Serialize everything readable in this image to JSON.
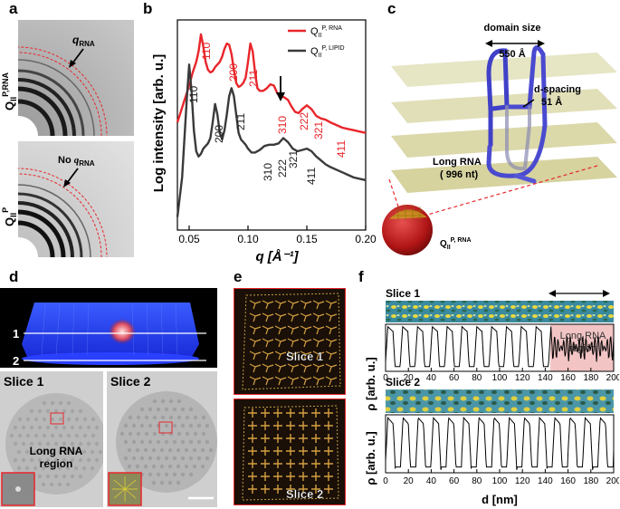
{
  "panels": {
    "a": "a",
    "b": "b",
    "c": "c",
    "d": "d",
    "e": "e",
    "f": "f"
  },
  "panel_a": {
    "top_ylabel_main": "Q",
    "top_ylabel_sub": "II",
    "top_ylabel_sup": "P,RNA",
    "top_annotation": "q",
    "top_annotation_sub": "RNA",
    "bottom_ylabel_main": "Q",
    "bottom_ylabel_sub": "II",
    "bottom_ylabel_sup": "P",
    "bottom_annotation_prefix": "No ",
    "bottom_annotation": "q",
    "bottom_annotation_sub": "RNA"
  },
  "panel_b": {
    "legend": [
      {
        "main": "Q",
        "sub": "II",
        "sup": "P, RNA",
        "color": "#e8262b"
      },
      {
        "main": "Q",
        "sub": "II",
        "sup": "P, LIPID",
        "color": "#3a3a3a"
      }
    ],
    "red_peak_labels": [
      "110",
      "200",
      "211",
      "310",
      "222",
      "321",
      "411"
    ],
    "black_peak_labels": [
      "110",
      "200",
      "211",
      "310",
      "222",
      "321",
      "411"
    ]
  },
  "chart_data": {
    "type": "line",
    "xlabel": "q [Å⁻¹]",
    "ylabel": "Log intensity [arb. u.]",
    "xlim": [
      0.04,
      0.2
    ],
    "xticks": [
      "0.05",
      "0.10",
      "0.15",
      "0.20"
    ],
    "series": [
      {
        "name": "QII P, RNA",
        "color": "#e8262b",
        "x": [
          0.04,
          0.045,
          0.05,
          0.053,
          0.056,
          0.058,
          0.06,
          0.062,
          0.064,
          0.066,
          0.068,
          0.07,
          0.072,
          0.074,
          0.076,
          0.078,
          0.08,
          0.082,
          0.084,
          0.086,
          0.088,
          0.09,
          0.092,
          0.094,
          0.096,
          0.098,
          0.1,
          0.102,
          0.104,
          0.106,
          0.108,
          0.11,
          0.113,
          0.116,
          0.119,
          0.122,
          0.125,
          0.128,
          0.131,
          0.134,
          0.137,
          0.14,
          0.143,
          0.146,
          0.15,
          0.154,
          0.158,
          0.162,
          0.166,
          0.17,
          0.175,
          0.18,
          0.185,
          0.19,
          0.195,
          0.2
        ],
        "y": [
          5.6,
          6.3,
          7.0,
          7.5,
          7.9,
          8.3,
          8.95,
          8.5,
          7.9,
          7.6,
          7.5,
          7.55,
          7.7,
          7.8,
          7.9,
          8.1,
          8.4,
          8.6,
          8.55,
          8.2,
          7.6,
          7.1,
          6.95,
          7.0,
          7.1,
          7.3,
          7.9,
          8.6,
          8.3,
          7.5,
          6.9,
          6.8,
          6.8,
          6.9,
          7.05,
          7.0,
          6.7,
          6.6,
          6.55,
          6.45,
          6.2,
          6.0,
          5.95,
          6.1,
          6.25,
          6.1,
          5.85,
          5.75,
          5.7,
          5.6,
          5.5,
          5.4,
          5.35,
          5.3,
          5.25,
          5.2
        ]
      },
      {
        "name": "QII P, LIPID",
        "color": "#3a3a3a",
        "x": [
          0.04,
          0.044,
          0.046,
          0.048,
          0.05,
          0.052,
          0.054,
          0.056,
          0.058,
          0.06,
          0.062,
          0.064,
          0.066,
          0.068,
          0.07,
          0.072,
          0.074,
          0.076,
          0.078,
          0.08,
          0.082,
          0.084,
          0.086,
          0.088,
          0.09,
          0.092,
          0.094,
          0.096,
          0.098,
          0.1,
          0.103,
          0.106,
          0.11,
          0.114,
          0.118,
          0.122,
          0.126,
          0.13,
          0.134,
          0.138,
          0.142,
          0.146,
          0.15,
          0.154,
          0.158,
          0.162,
          0.166,
          0.17,
          0.175,
          0.18,
          0.185,
          0.19,
          0.195,
          0.2
        ],
        "y": [
          2.0,
          3.5,
          5.0,
          6.5,
          7.8,
          6.8,
          5.3,
          4.5,
          4.3,
          4.4,
          4.6,
          4.7,
          4.8,
          5.0,
          5.6,
          6.3,
          5.9,
          5.2,
          4.95,
          5.3,
          5.9,
          6.6,
          6.9,
          6.6,
          5.9,
          5.2,
          4.95,
          4.85,
          4.75,
          4.6,
          4.45,
          4.45,
          4.55,
          4.7,
          4.75,
          4.75,
          4.8,
          5.0,
          4.85,
          4.6,
          4.5,
          4.55,
          4.6,
          4.5,
          4.3,
          4.15,
          4.0,
          3.9,
          3.8,
          3.7,
          3.6,
          3.5,
          3.45,
          3.4
        ]
      }
    ]
  },
  "panel_c": {
    "domain_size_label": "domain size",
    "domain_size_value": "550 Å",
    "d_spacing_label": "d-spacing",
    "d_spacing_value": "51 Å",
    "rna_label_line1": "Long RNA",
    "rna_label_line2": "( 996 nt)",
    "sphere_label_main": "Q",
    "sphere_label_sub": "II",
    "sphere_label_sup": "P, RNA"
  },
  "panel_d": {
    "line1": "1",
    "line2": "2",
    "slice1": "Slice 1",
    "slice2": "Slice 2",
    "region_line1": "Long RNA",
    "region_line2": "region"
  },
  "panel_e": {
    "slice1": "Slice 1",
    "slice2": "Slice 2"
  },
  "panel_f": {
    "slice1": "Slice 1",
    "slice2": "Slice 2",
    "ylabel": "ρ [arb. u.]",
    "xlabel": "d [nm]",
    "region_line1": "Long RNA",
    "region_line2": "region",
    "xticks": [
      "0",
      "20",
      "40",
      "60",
      "80",
      "100",
      "120",
      "140",
      "160",
      "180",
      "200"
    ]
  }
}
